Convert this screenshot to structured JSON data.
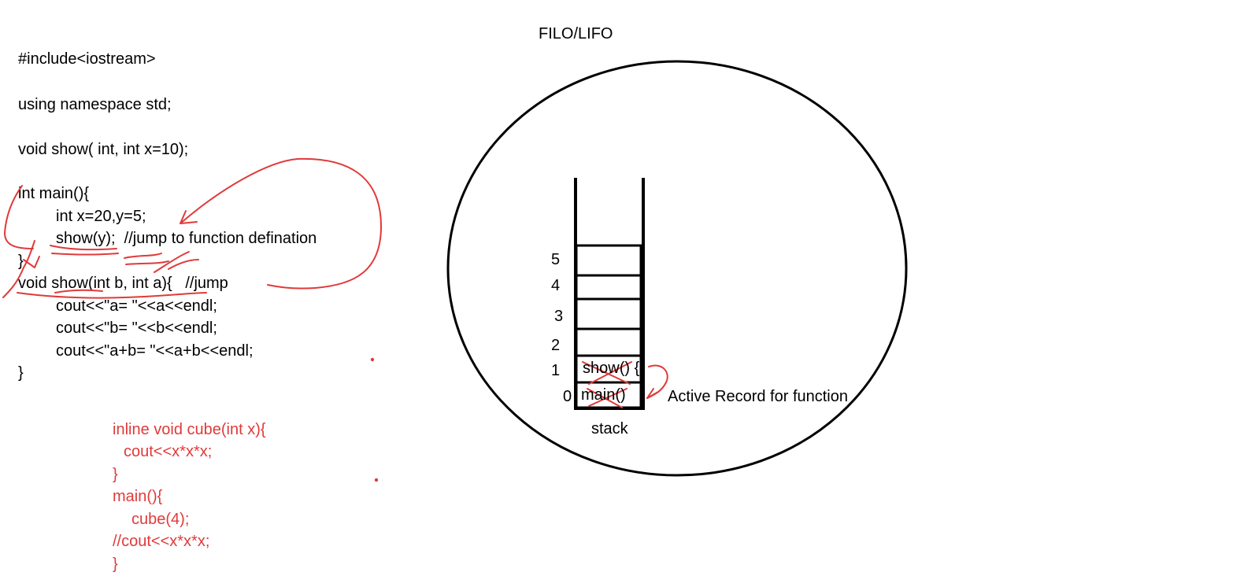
{
  "title": "FILO/LIFO",
  "code_lines": [
    "#include<iostream>",
    "using namespace std;",
    "void show( int, int x=10);",
    "int main(){",
    "int x=20,y=5;",
    "show(y);  //jump to function defination",
    "}",
    "void show(int b, int a){   //jump",
    "cout<<\"a= \"<<a<<endl;",
    "cout<<\"b= \"<<b<<endl;",
    "cout<<\"a+b= \"<<a+b<<endl;",
    "}"
  ],
  "inline_lines": [
    "inline void cube(int x){",
    "cout<<x*x*x;",
    "}",
    "main(){",
    "cube(4);",
    "//cout<<x*x*x;",
    "}"
  ],
  "stack": {
    "label": "stack",
    "indices": [
      "5",
      "4",
      "3",
      "2",
      "1",
      "0"
    ],
    "cells": [
      "show() {",
      "main()"
    ],
    "annotation": "Active Record for function"
  },
  "colors": {
    "ink": "#000000",
    "pen_red": "#e03a3a"
  }
}
